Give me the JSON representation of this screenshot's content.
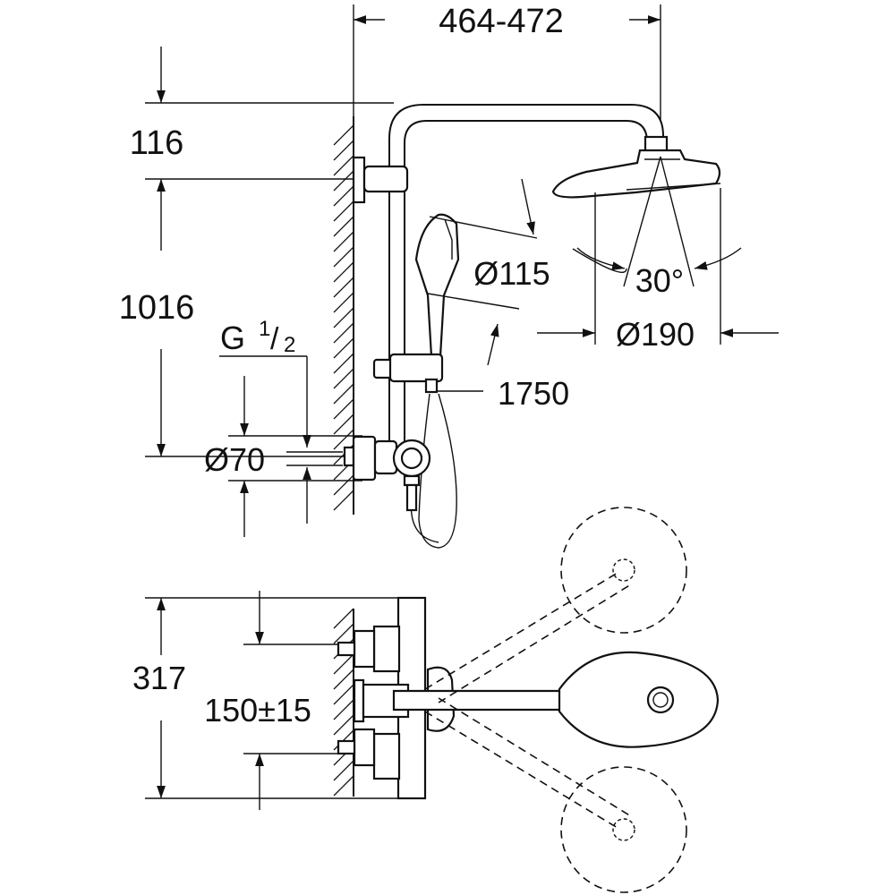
{
  "dimensions": {
    "overall_width": "464-472",
    "top_offset": "116",
    "height": "1016",
    "thread": "G",
    "thread_fraction_numerator": "1",
    "thread_fraction_denominator": "2",
    "escutcheon_diameter": "Ø70",
    "hand_shower_diameter": "Ø115",
    "spray_angle": "30°",
    "head_shower_diameter": "Ø190",
    "hose_length": "1750",
    "projection": "317",
    "centres": "150±15"
  }
}
